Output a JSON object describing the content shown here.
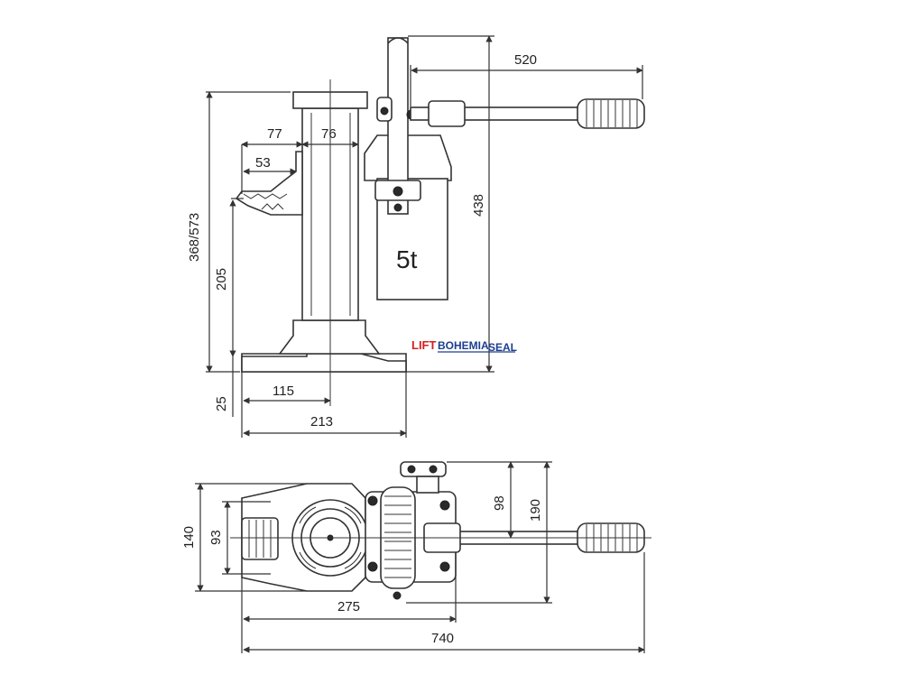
{
  "side_view": {
    "dimensions": {
      "height_range": "368/573",
      "toe_height": "205",
      "toe_thickness": "25",
      "toe_offset": "77",
      "piston_width": "76",
      "toe_length": "53",
      "toe_to_center": "115",
      "base_length": "213",
      "handle_length": "520",
      "total_height": "438"
    },
    "capacity_label": "5t"
  },
  "top_view": {
    "dimensions": {
      "base_width": "140",
      "toe_width": "93",
      "pump_offset": "98",
      "overall_width": "190",
      "body_length": "275",
      "overall_length": "740"
    }
  },
  "logo": {
    "part1": "LIFT",
    "part2": "BOHEMIA",
    "part3": "SEAL"
  },
  "colors": {
    "line": "#333333",
    "logo_red": "#d42020",
    "logo_blue": "#1d3f8f"
  }
}
